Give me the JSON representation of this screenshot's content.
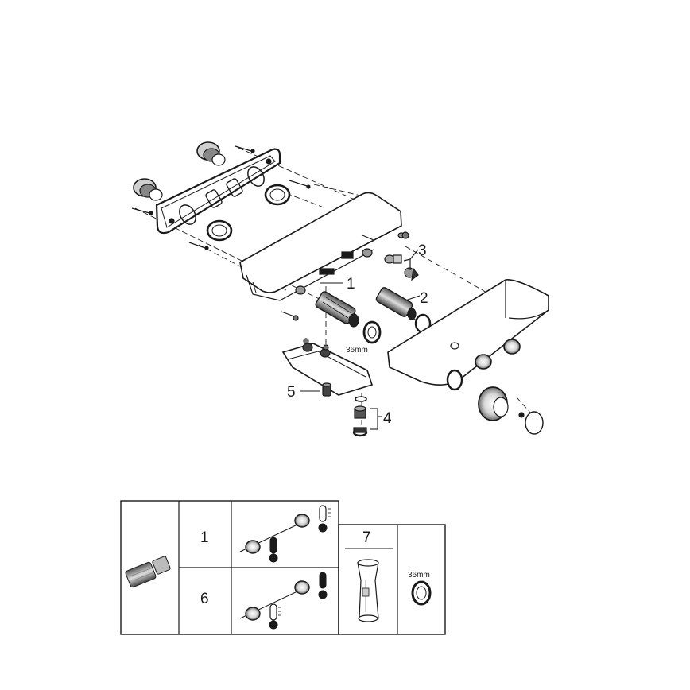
{
  "exploded_view": {
    "callouts": {
      "c1": "1",
      "c2": "2",
      "c3": "3",
      "c4": "4",
      "c5": "5"
    },
    "nut_size": "36mm"
  },
  "parts_table": {
    "row1_number": "1",
    "row2_number": "6",
    "tool_number": "7",
    "nut_size": "36mm"
  }
}
